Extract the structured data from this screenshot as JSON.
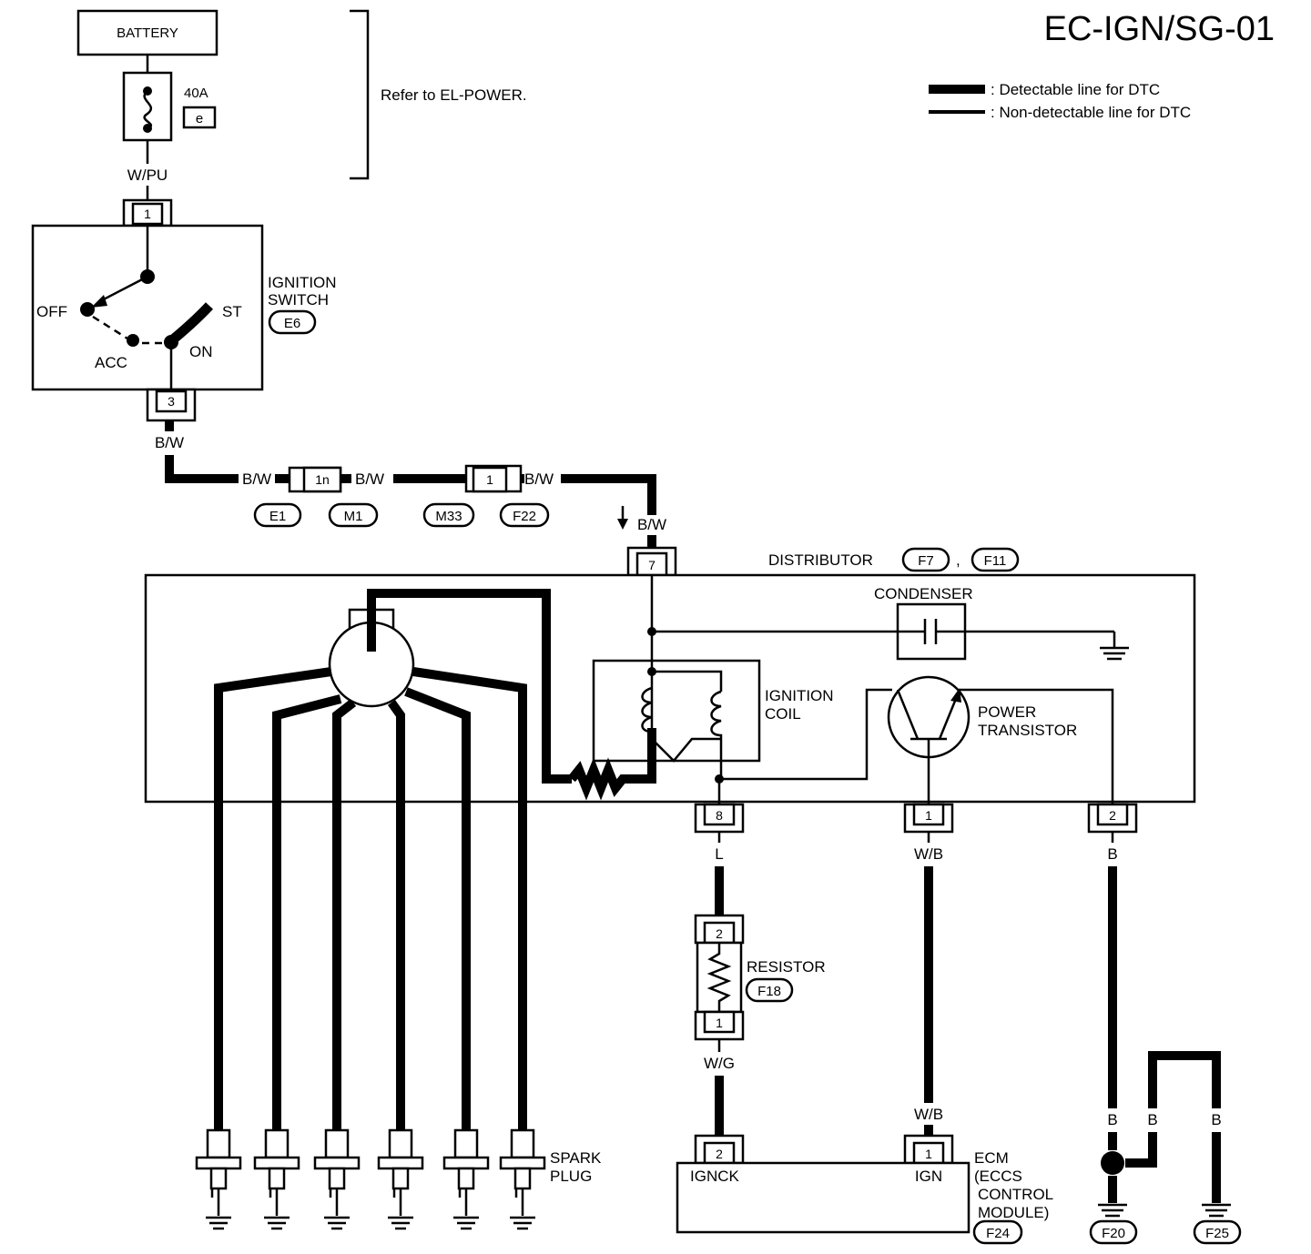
{
  "title": "EC-IGN/SG-01",
  "refer": "Refer to EL-POWER.",
  "legend": {
    "detectable": ": Detectable line for DTC",
    "nondetectable": ": Non-detectable line for DTC"
  },
  "battery": {
    "label": "BATTERY",
    "fuse_rating": "40A",
    "fuse_id": "e"
  },
  "wires": {
    "wpu": "W/PU",
    "bw": "B/W",
    "l": "L",
    "wb": "W/B",
    "b": "B",
    "wg": "W/G"
  },
  "ignition_switch": {
    "label_line1": "IGNITION",
    "label_line2": "SWITCH",
    "connector": "E6",
    "pin_in": "1",
    "pin_out": "3",
    "pos_off": "OFF",
    "pos_acc": "ACC",
    "pos_on": "ON",
    "pos_st": "ST"
  },
  "inline_connectors": {
    "pin_a": "1n",
    "pin_b": "1",
    "codes": [
      "E1",
      "M1",
      "M33",
      "F22"
    ]
  },
  "distributor": {
    "label": "DISTRIBUTOR",
    "connectors": [
      "F7",
      "F11"
    ],
    "comma": ",",
    "pin_in": "7",
    "pin_l": "8",
    "pin_wb": "1",
    "pin_b": "2",
    "condenser": "CONDENSER",
    "coil_line1": "IGNITION",
    "coil_line2": "COIL",
    "transistor_line1": "POWER",
    "transistor_line2": "TRANSISTOR"
  },
  "resistor": {
    "label": "RESISTOR",
    "connector": "F18",
    "pin_top": "2",
    "pin_bottom": "1"
  },
  "spark_plug": {
    "line1": "SPARK",
    "line2": "PLUG"
  },
  "ecm": {
    "line1": "ECM",
    "line2": "(ECCS",
    "line3": "CONTROL",
    "line4": "MODULE)",
    "connector": "F24",
    "pin_ignck": "2",
    "pin_ign": "1",
    "term_ignck": "IGNCK",
    "term_ign": "IGN"
  },
  "grounds": {
    "g1": "F20",
    "g2": "F25"
  }
}
